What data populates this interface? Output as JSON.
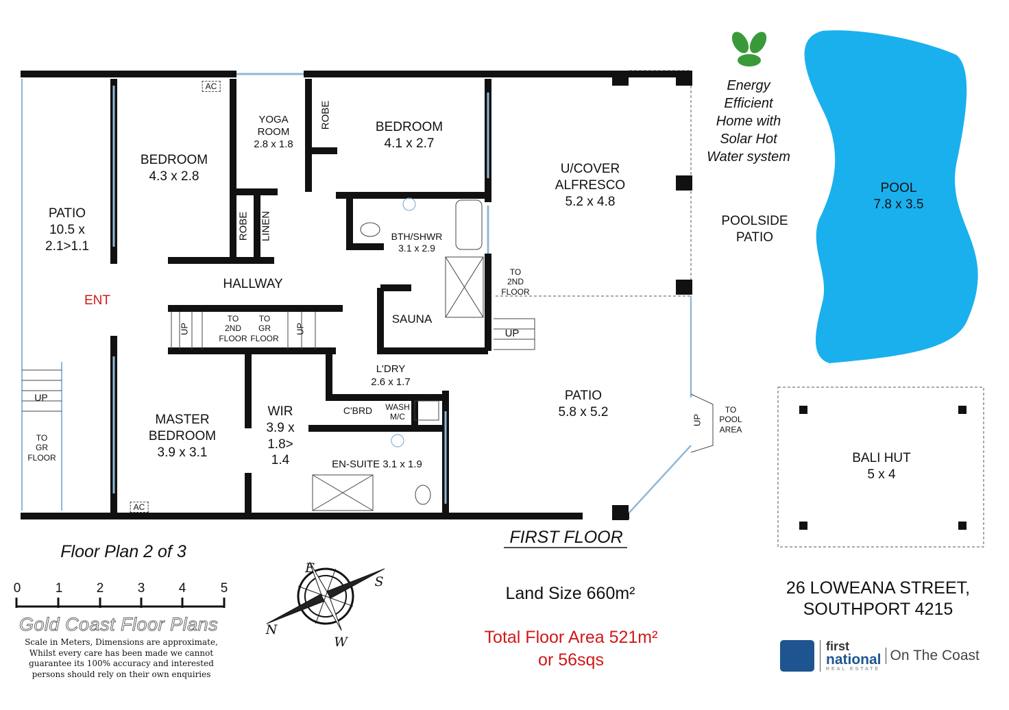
{
  "rooms": {
    "patio_left": {
      "name": "PATIO",
      "size": "10.5 x",
      "size2": "2.1>1.1"
    },
    "bedroom1": {
      "name": "BEDROOM",
      "size": "4.3 x 2.8"
    },
    "yoga": {
      "name": "YOGA",
      "name2": "ROOM",
      "size": "2.8 x 1.8"
    },
    "bedroom2": {
      "name": "BEDROOM",
      "size": "4.1 x 2.7"
    },
    "alfresco": {
      "name": "U/COVER",
      "name2": "ALFRESCO",
      "size": "5.2 x 4.8"
    },
    "bath": {
      "name": "BTH/SHWR",
      "size": "3.1 x 2.9"
    },
    "hallway": {
      "name": "HALLWAY"
    },
    "sauna": {
      "name": "SAUNA"
    },
    "laundry": {
      "name": "L'DRY",
      "size": "2.6 x 1.7"
    },
    "master": {
      "name": "MASTER",
      "name2": "BEDROOM",
      "size": "3.9 x 3.1"
    },
    "wir": {
      "name": "WIR",
      "size": "3.9 x",
      "size2": "1.8>",
      "size3": "1.4"
    },
    "ensuite": {
      "name": "EN-SUITE 3.1 x 1.9"
    },
    "patio_right": {
      "name": "PATIO",
      "size": "5.8 x 5.2"
    },
    "poolside": {
      "name": "POOLSIDE",
      "name2": "PATIO"
    },
    "pool": {
      "name": "POOL",
      "size": "7.8 x 3.5"
    },
    "bali_hut": {
      "name": "BALI HUT",
      "size": "5 x 4"
    }
  },
  "fixtures": {
    "ac": "AC",
    "robe": "ROBE",
    "linen": "LINEN",
    "cbrd": "C'BRD",
    "wash": "WASH",
    "mc": "M/C",
    "up": "UP",
    "to": "TO",
    "second": "2ND",
    "floor": "FLOOR",
    "gr": "GR",
    "pool": "POOL",
    "area": "AREA",
    "ent": "ENT"
  },
  "energy": [
    "Energy",
    "Efficient",
    "Home with",
    "Solar Hot",
    "Water system"
  ],
  "floor_title": "FIRST FLOOR",
  "plan_number": "Floor Plan 2 of 3",
  "scale": {
    "ticks": [
      "0",
      "1",
      "2",
      "3",
      "4",
      "5"
    ],
    "unit": "Meters"
  },
  "compass": {
    "n": "N",
    "e": "E",
    "s": "S",
    "w": "W"
  },
  "brand_studio": "Gold Coast Floor Plans",
  "disclaimer": "Scale in Meters, Dimensions are approximate, Whilst every care has been made we cannot guarantee its 100% accuracy and interested persons should rely on their own enquiries",
  "land_size": "Land Size 660m²",
  "total_area": "Total Floor Area 521m²",
  "total_sqs": "or 56sqs",
  "address_line1": "26 LOWEANA STREET,",
  "address_line2": "SOUTHPORT 4215",
  "agency": {
    "first": "first",
    "national": "national",
    "real_estate": "REAL ESTATE",
    "office": "On The Coast"
  },
  "colors": {
    "wall": "#111111",
    "window": "#8fb8d8",
    "pool": "#1ab0ee",
    "red_text": "#d01818",
    "logo_blue": "#1e5591",
    "energy_green": "#3a9a3a"
  }
}
